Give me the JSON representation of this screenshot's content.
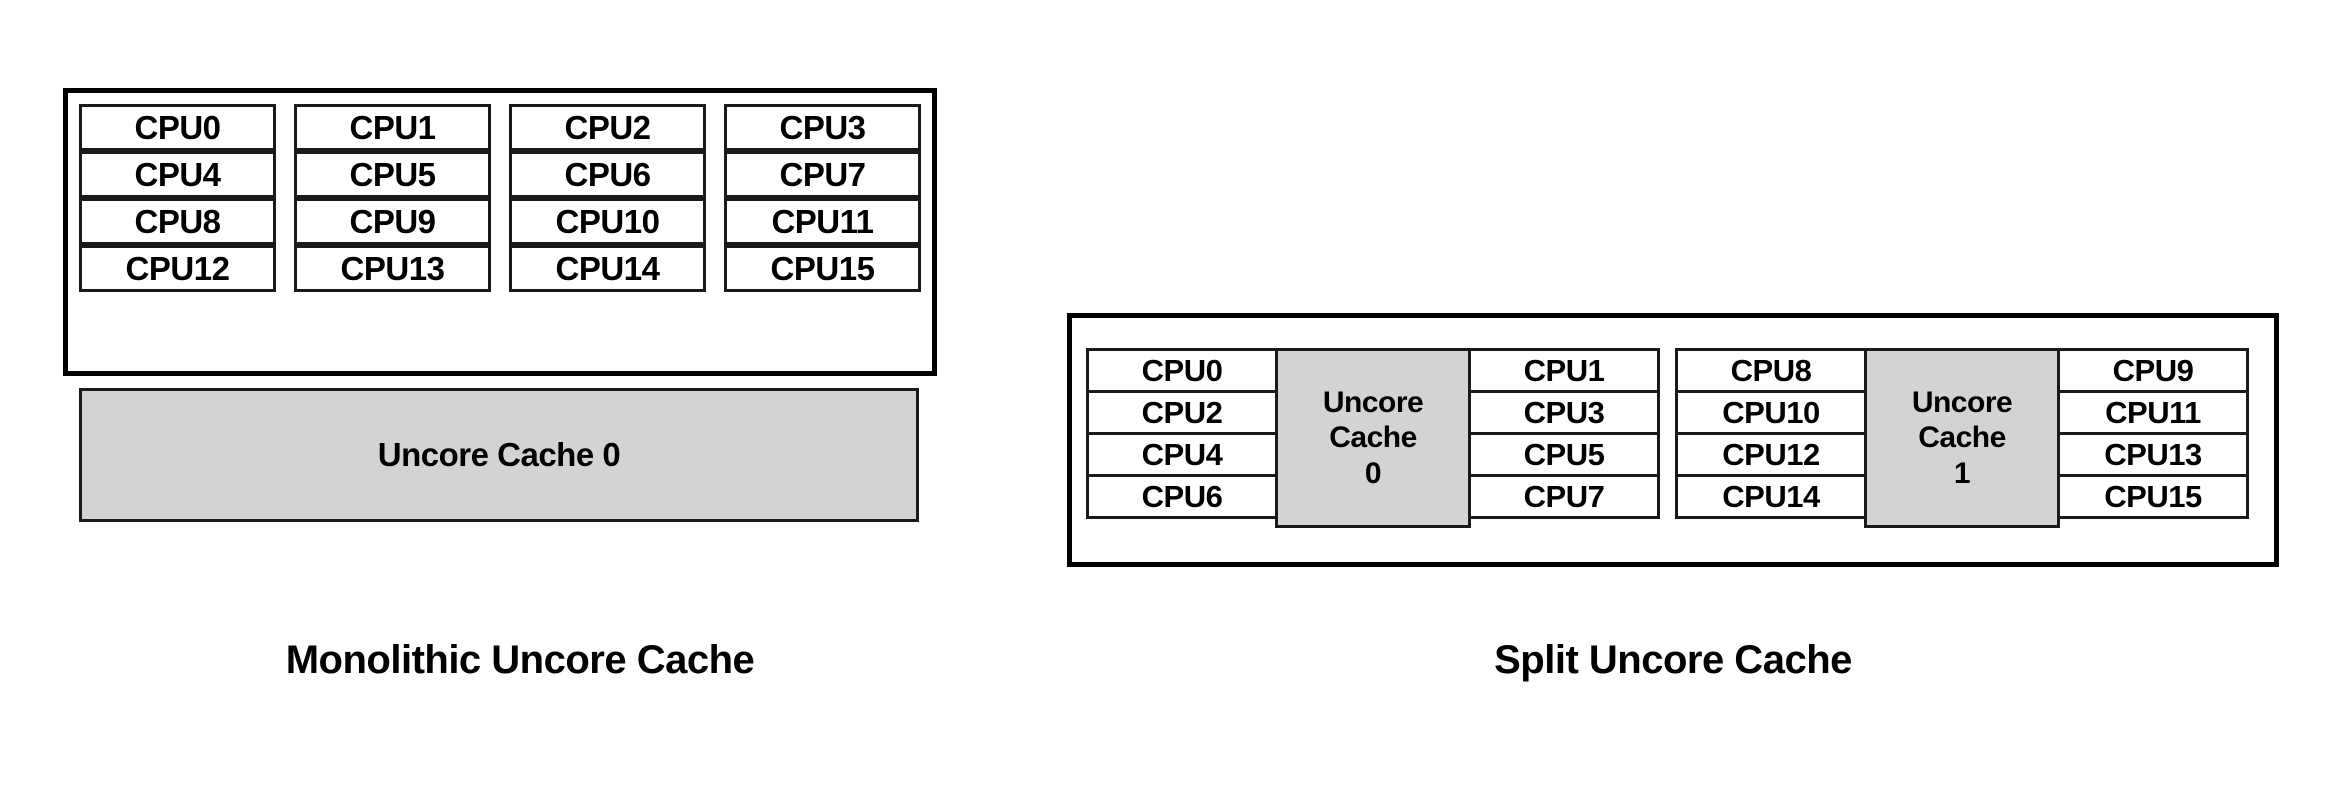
{
  "figure_left": {
    "name": "Monolithic Uncore Cache",
    "caption": "Monolithic Uncore Cache",
    "cpus": [
      "CPU0",
      "CPU1",
      "CPU2",
      "CPU3",
      "CPU4",
      "CPU5",
      "CPU6",
      "CPU7",
      "CPU8",
      "CPU9",
      "CPU10",
      "CPU11",
      "CPU12",
      "CPU13",
      "CPU14",
      "CPU15"
    ],
    "cache": {
      "label": "Uncore Cache 0",
      "fill": "#d3d3d3"
    }
  },
  "figure_right": {
    "name": "Split Uncore Cache",
    "caption": "Split Uncore Cache",
    "halves": [
      {
        "left_cpus": [
          "CPU0",
          "CPU2",
          "CPU4",
          "CPU6"
        ],
        "cache_lines": [
          "Uncore",
          "Cache",
          "0"
        ],
        "cache_label": "Uncore Cache 0",
        "right_cpus": [
          "CPU1",
          "CPU3",
          "CPU5",
          "CPU7"
        ]
      },
      {
        "left_cpus": [
          "CPU8",
          "CPU10",
          "CPU12",
          "CPU14"
        ],
        "cache_lines": [
          "Uncore",
          "Cache",
          "1"
        ],
        "cache_label": "Uncore Cache 1",
        "right_cpus": [
          "CPU9",
          "CPU11",
          "CPU13",
          "CPU15"
        ]
      }
    ],
    "cache_fill": "#d3d3d3"
  },
  "colors": {
    "background": "#ffffff",
    "outline": "#000000",
    "box_outline": "#1a1a1a",
    "cache_fill": "#d3d3d3",
    "text": "#000000"
  }
}
